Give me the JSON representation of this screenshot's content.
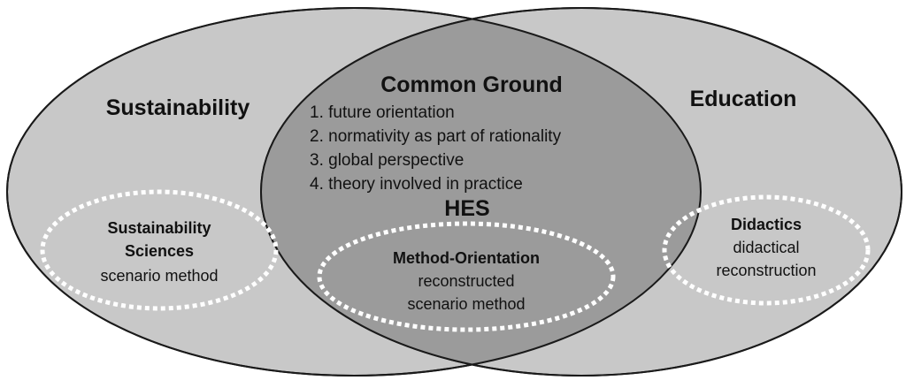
{
  "colors": {
    "left_fill": "#c8c8c8",
    "right_fill": "#c8c8c8",
    "overlap_fill": "#9b9b9b",
    "outline": "#1a1a1a",
    "dashed_outline": "#ffffff"
  },
  "sustainability": {
    "label": "Sustainability",
    "sub": {
      "title_line1": "Sustainability",
      "title_line2": "Sciences",
      "text": "scenario method"
    }
  },
  "education": {
    "label": "Education",
    "sub": {
      "title": "Didactics",
      "text_line1": "didactical",
      "text_line2": "reconstruction"
    }
  },
  "common_ground": {
    "title": "Common Ground",
    "items": [
      "1. future orientation",
      "2. normativity as part of rationality",
      "3. global perspective",
      "4. theory involved in practice"
    ],
    "hes_label": "HES",
    "sub": {
      "title": "Method-Orientation",
      "text_line1": "reconstructed",
      "text_line2": "scenario method"
    }
  }
}
